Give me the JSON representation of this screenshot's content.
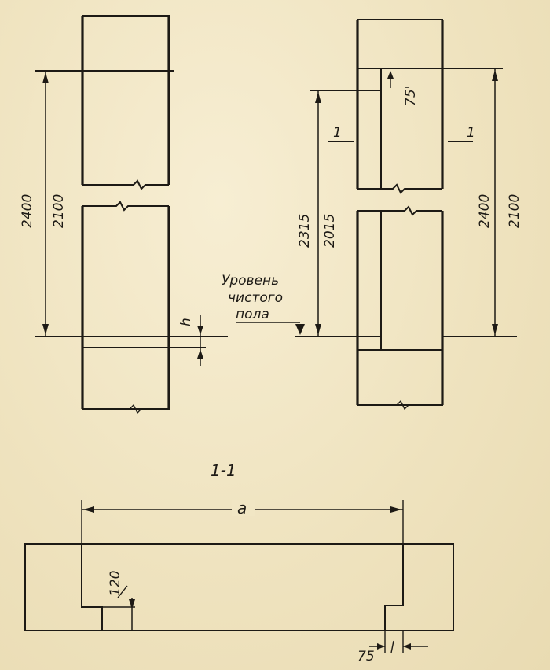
{
  "labels": {
    "left_dim_outer": "2400",
    "left_dim_inner": "2100",
    "h": "h",
    "right_dim_outer": "2400",
    "right_dim_inner": "2100",
    "mid_dim_outer": "2315",
    "mid_dim_inner": "2015",
    "angle_75": "75'",
    "cut_mark_left": "1",
    "cut_mark_right": "1",
    "floor_line1": "Уровень",
    "floor_line2": "чистого",
    "floor_line3": "пола",
    "section_title": "1-1",
    "dim_a": "a",
    "dim_120": "120",
    "dim_75": "75"
  }
}
